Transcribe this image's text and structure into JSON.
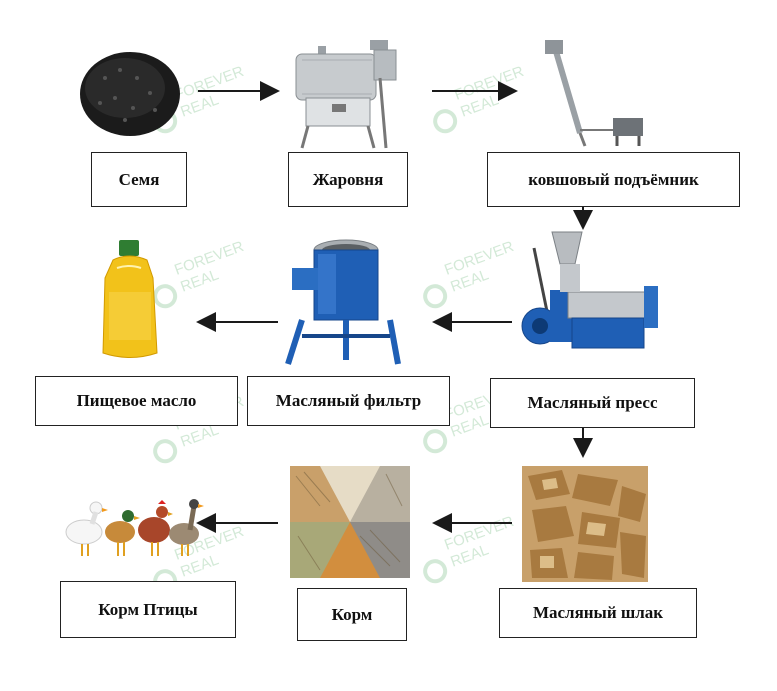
{
  "nodes": {
    "seeds": "Семя",
    "roaster": "Жаровня",
    "elevator": "ковшовый подъёмник",
    "press": "Масляный пресс",
    "filter": "Масляный фильтр",
    "edible_oil": "Пищевое масло",
    "cake": "Масляный шлак",
    "feed": "Корм",
    "poultry_feed": "Корм Птицы"
  },
  "watermark": {
    "line1": "FOREVER",
    "line2": "REAL"
  },
  "colors": {
    "arrow": "#1a1a1a",
    "box_border": "#222222",
    "watermark": "#9fd0a8",
    "oil": "#f2c21a",
    "machine_blue": "#1f5fb5",
    "steel": "#b8bcc0"
  },
  "icons": [
    "seeds-image",
    "roaster-machine-image",
    "bucket-elevator-image",
    "oil-press-image",
    "oil-filter-image",
    "oil-bottle-image",
    "oil-cake-image",
    "feed-pellets-image",
    "poultry-image"
  ]
}
